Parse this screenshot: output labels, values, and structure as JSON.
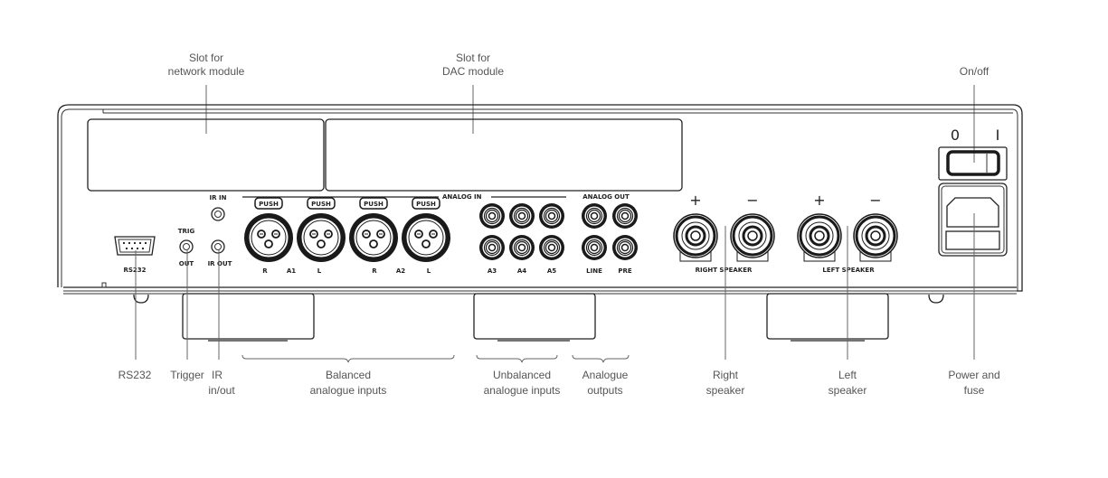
{
  "callouts": {
    "network_slot": [
      "Slot for",
      "network module"
    ],
    "dac_slot": [
      "Slot for",
      "DAC module"
    ],
    "on_off": "On/off",
    "rs232": "RS232",
    "trigger": "Trigger",
    "ir": [
      "IR",
      "in/out"
    ],
    "balanced": [
      "Balanced",
      "analogue inputs"
    ],
    "unbalanced": [
      "Unbalanced",
      "analogue inputs"
    ],
    "analogue_out": [
      "Analogue",
      "outputs"
    ],
    "right_speaker": [
      "Right",
      "speaker"
    ],
    "left_speaker": [
      "Left",
      "speaker"
    ],
    "power": [
      "Power and",
      "fuse"
    ]
  },
  "panel": {
    "ir_in": "IR IN",
    "trig": "TRIG",
    "out": "OUT",
    "ir_out": "IR OUT",
    "rs232": "RS232",
    "analog_in": "ANALOG IN",
    "analog_out": "ANALOG OUT",
    "push": "PUSH",
    "xlr_labels": [
      "R",
      "A1",
      "L",
      "R",
      "A2",
      "L"
    ],
    "rca_in_labels": [
      "A3",
      "A4",
      "A5"
    ],
    "rca_out_labels": [
      "LINE",
      "PRE"
    ],
    "right_speaker": "RIGHT SPEAKER",
    "left_speaker": "LEFT SPEAKER",
    "plus": "+",
    "minus": "−",
    "switch_off": "0",
    "switch_on": "I"
  }
}
